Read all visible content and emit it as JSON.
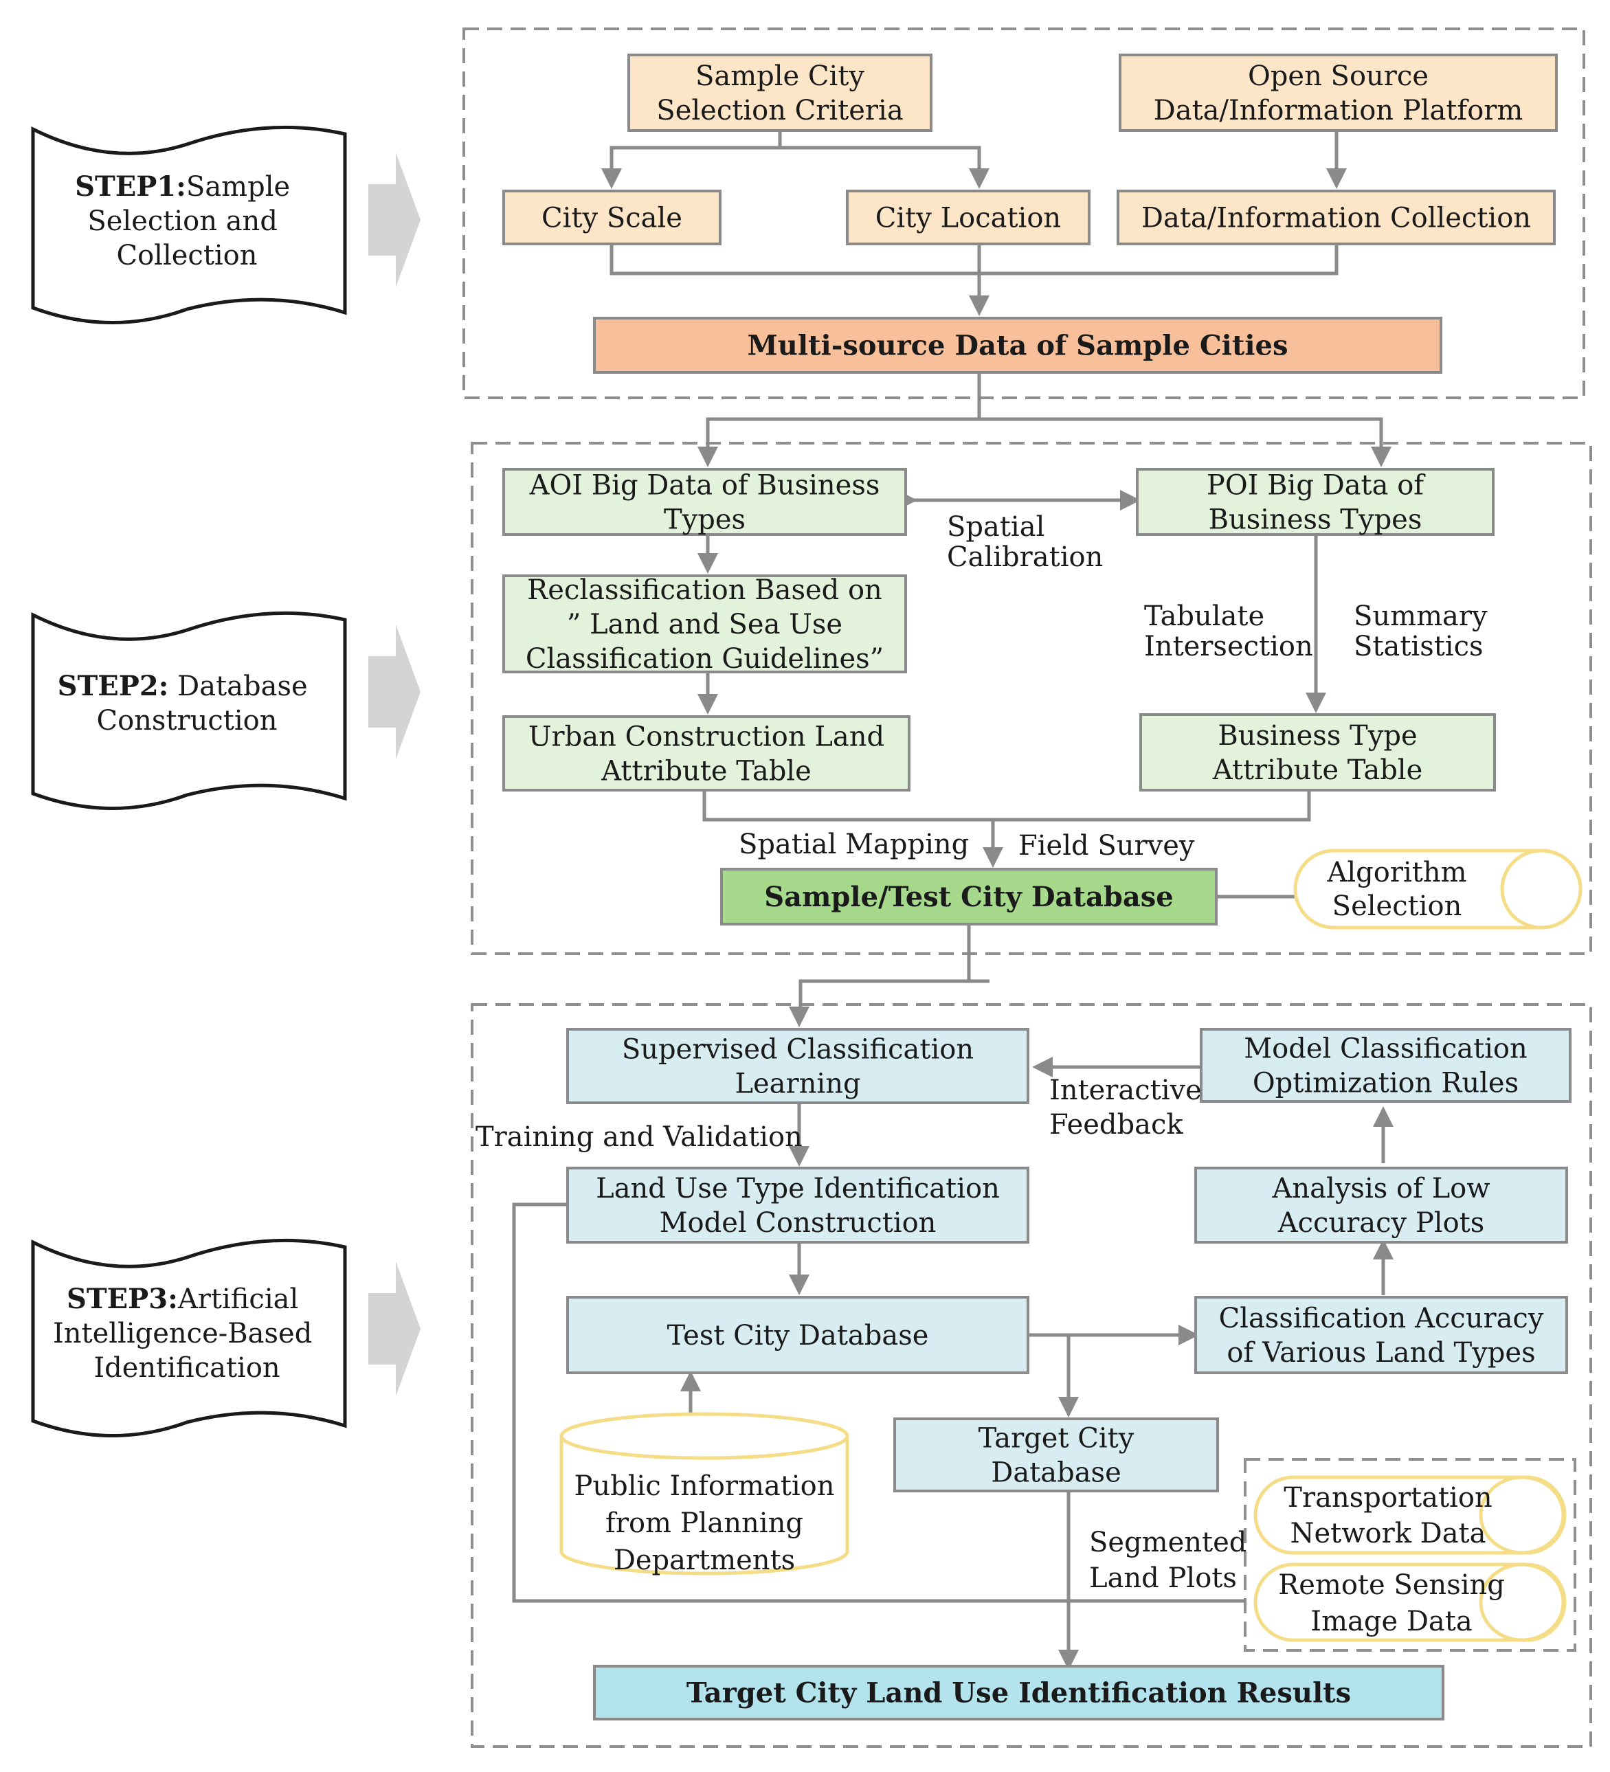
{
  "colors": {
    "orange_light": "#fde6c8",
    "orange_strong": "#f8c09a",
    "green_light": "#e3f2da",
    "green_strong": "#a6d98c",
    "blue_light": "#d8edf2",
    "blue_strong": "#b3e3ec",
    "border": "#8a8a8a",
    "yellow_outline": "#f5dc86",
    "step_arrow": "#d4d4d4"
  },
  "steps": [
    {
      "bold": "STEP1:",
      "lines": [
        "Sample",
        "Selection and",
        "Collection"
      ]
    },
    {
      "bold": "STEP2:",
      "lines": [
        " Database",
        "Construction"
      ]
    },
    {
      "bold": "STEP3:",
      "lines": [
        "Artificial",
        "Intelligence-Based",
        "Identification"
      ]
    }
  ],
  "boxes": {
    "sample_city_criteria": [
      "Sample City",
      "Selection Criteria"
    ],
    "open_source_platform": [
      "Open Source",
      "Data/Information Platform"
    ],
    "city_scale": [
      "City Scale"
    ],
    "city_location": [
      "City Location"
    ],
    "data_collection": [
      "Data/Information Collection"
    ],
    "multisource": [
      "Multi-source Data of Sample Cities"
    ],
    "aoi": [
      "AOI Big Data of Business",
      "Types"
    ],
    "poi": [
      "POI Big Data of",
      "Business Types"
    ],
    "reclass": [
      "Reclassification Based on",
      "” Land and Sea Use",
      "Classification Guidelines”"
    ],
    "urban_land_table": [
      "Urban Construction Land",
      "Attribute Table"
    ],
    "business_table": [
      "Business Type",
      "Attribute Table"
    ],
    "sample_db": [
      "Sample/Test City Database"
    ],
    "supervised": [
      "Supervised Classification",
      "Learning"
    ],
    "model_rules": [
      "Model Classification",
      "Optimization Rules"
    ],
    "model_construction": [
      "Land Use Type Identification",
      "Model Construction"
    ],
    "low_accuracy": [
      "Analysis of Low",
      "Accuracy Plots"
    ],
    "test_db": [
      "Test City Database"
    ],
    "class_accuracy": [
      "Classification Accuracy",
      "of Various Land Types"
    ],
    "target_db": [
      "Target City",
      "Database"
    ],
    "results": [
      "Target City Land Use Identification Results"
    ]
  },
  "data_sources": {
    "algorithm": [
      "Algorithm",
      "Selection"
    ],
    "planning": [
      "Public Information",
      "from Planning",
      "Departments"
    ],
    "transport": [
      "Transportation",
      "Network Data"
    ],
    "remote": [
      "Remote Sensing",
      "Image Data"
    ]
  },
  "annotations": {
    "spatial_calibration": [
      "Spatial",
      "Calibration"
    ],
    "tabulate": [
      "Tabulate",
      "Intersection"
    ],
    "summary": [
      "Summary",
      "Statistics"
    ],
    "spatial_mapping": [
      "Spatial Mapping"
    ],
    "field_survey": [
      "Field Survey"
    ],
    "training": [
      "Training and Validation"
    ],
    "feedback": [
      "Interactive",
      "Feedback"
    ],
    "segmented": [
      "Segmented",
      "Land Plots"
    ]
  }
}
